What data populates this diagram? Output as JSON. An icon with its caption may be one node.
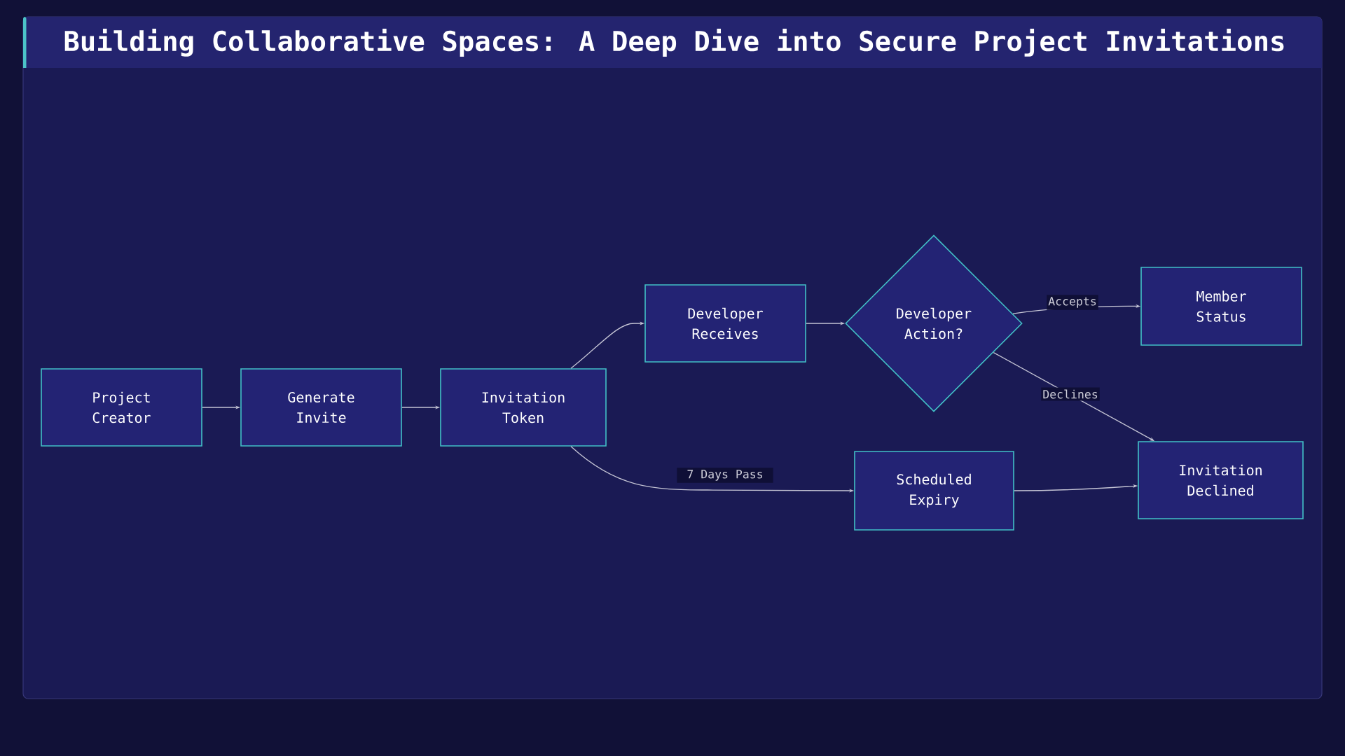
{
  "diagram": {
    "title": "Building Collaborative Spaces: A Deep Dive into Secure Project Invitations",
    "nodes": [
      {
        "text": [
          "Project Creator"
        ]
      },
      {
        "text": [
          "Generate Invite"
        ]
      },
      {
        "text": [
          "Invitation Token"
        ]
      },
      {
        "text": [
          "Developer Receives"
        ]
      },
      {
        "text": [
          "Developer Action?"
        ]
      },
      {
        "text": [
          "Member Status"
        ]
      },
      {
        "text": [
          "Scheduled Expiry"
        ]
      },
      {
        "text": [
          "Invitation Declined"
        ]
      }
    ],
    "edges": [
      {
        "from": 0,
        "to": 1,
        "arrow": "to"
      },
      {
        "from": 1,
        "to": 2,
        "arrow": "to"
      },
      {
        "from": 2,
        "to": 3,
        "arrow": "to"
      },
      {
        "from": 2,
        "to": 6,
        "label": "7 Days Pass",
        "arrow": "to"
      },
      {
        "from": 3,
        "to": 4,
        "arrow": "to"
      },
      {
        "from": 4,
        "to": 5,
        "label": "Accepts",
        "arrow": "to"
      },
      {
        "from": 4,
        "to": 7,
        "label": "Declines",
        "arrow": "to"
      },
      {
        "from": 6,
        "to": 7,
        "arrow": "to"
      }
    ]
  }
}
